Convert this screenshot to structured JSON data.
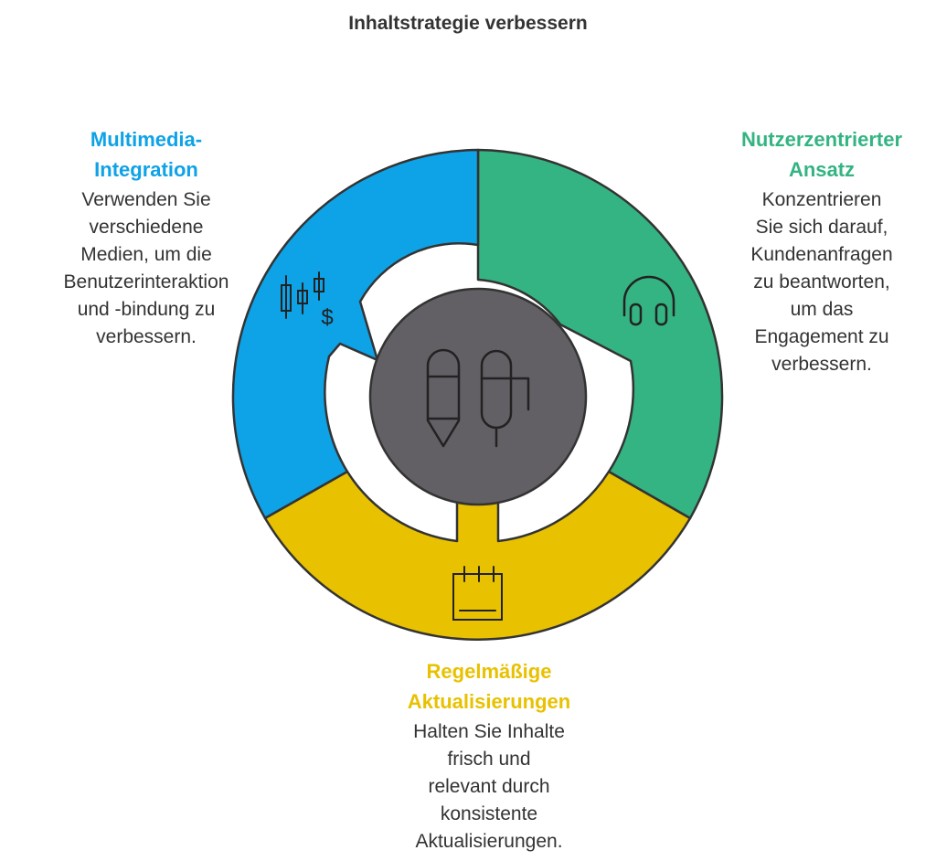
{
  "title": "Inhaltstrategie verbessern",
  "colors": {
    "blue": "#0ea2e6",
    "green": "#34b482",
    "yellow": "#e8c100",
    "center": "#626064",
    "outline": "#333333",
    "text": "#333333"
  },
  "sections": {
    "multimedia": {
      "heading": [
        "Multimedia-",
        "Integration"
      ],
      "description": [
        "Verwenden Sie",
        "verschiedene",
        "Medien, um die",
        "Benutzerinteraktion",
        "und -bindung zu",
        "verbessern."
      ],
      "icon": "candlestick-chart-dollar-icon"
    },
    "nutzer": {
      "heading": [
        "Nutzerzentrierter",
        "Ansatz"
      ],
      "description": [
        "Konzentrieren",
        "Sie sich darauf,",
        "Kundenanfragen",
        "zu beantworten,",
        "um das",
        "Engagement zu",
        "verbessern."
      ],
      "icon": "headphones-icon"
    },
    "regel": {
      "heading": [
        "Regelmäßige",
        "Aktualisierungen"
      ],
      "description": [
        "Halten Sie Inhalte",
        "frisch und",
        "relevant durch",
        "konsistente",
        "Aktualisierungen."
      ],
      "icon": "calendar-icon"
    }
  },
  "center_icon": "pen-and-microphone-icon"
}
